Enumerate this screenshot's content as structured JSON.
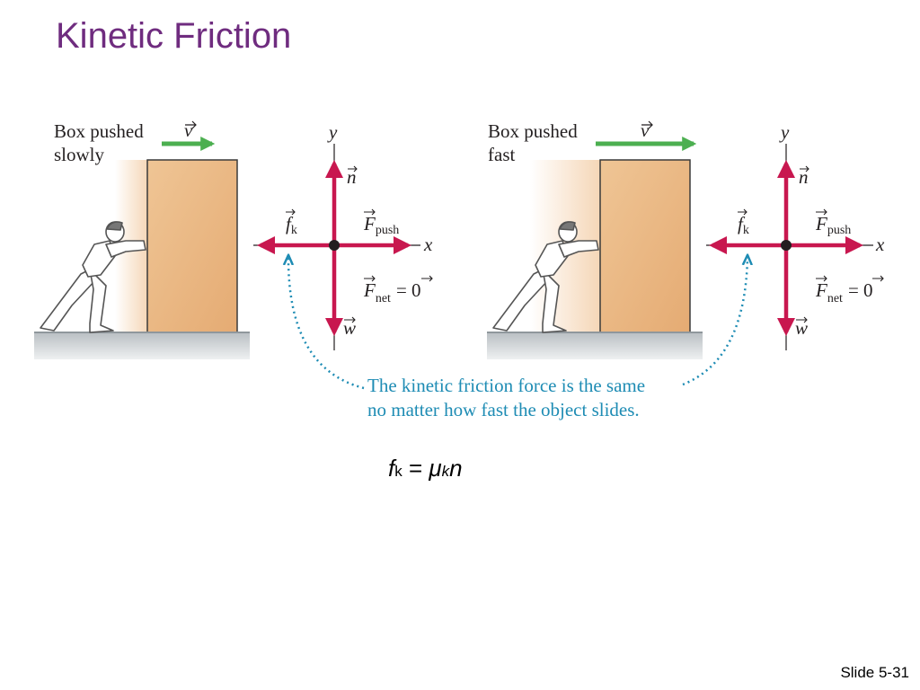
{
  "slide": {
    "title": "Kinetic Friction",
    "number": "Slide 5-31"
  },
  "panels": [
    {
      "caption_line1": "Box pushed",
      "caption_line2": "slowly",
      "velocity_label": "v"
    },
    {
      "caption_line1": "Box pushed",
      "caption_line2": "fast",
      "velocity_label": "v"
    }
  ],
  "fbd": {
    "y_axis": "y",
    "x_axis": "x",
    "normal": "n",
    "weight": "w",
    "friction": "f",
    "friction_sub": "k",
    "push": "F",
    "push_sub": "push",
    "net": "F",
    "net_sub": "net",
    "net_value": "= 0"
  },
  "note": {
    "line1": "The kinetic friction force is the same",
    "line2": "no matter how fast the object slides."
  },
  "formula": {
    "f": "f",
    "f_sub": "k",
    "equals": " = ",
    "mu": "μ",
    "mu_sub": "k",
    "n": "n"
  },
  "colors": {
    "title": "#6f2c7f",
    "force_arrow": "#c8174f",
    "velocity_arrow": "#4caf50",
    "note_text": "#1e8cb4",
    "box_fill": "#e7b37f",
    "floor": "#c9ced1"
  }
}
